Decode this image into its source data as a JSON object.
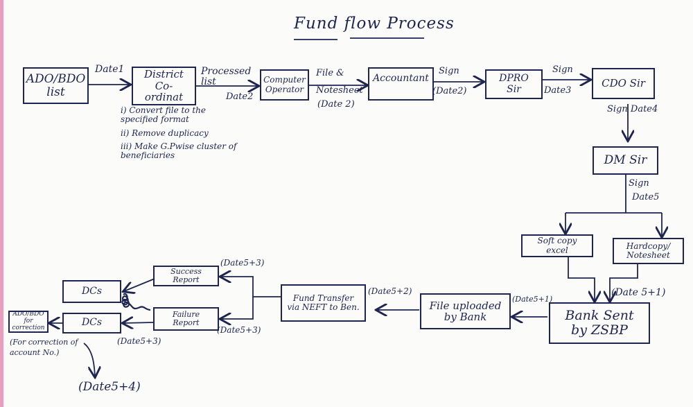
{
  "colors": {
    "ink": "#1d2450",
    "paper": "#fbfbf9",
    "edge": "#e7a0bb"
  },
  "title": "Fund flow Process",
  "nodes": {
    "ado_bdo_list": "ADO/BDO list",
    "district_coordinator": "District Co-ordinat",
    "computer_operator": "Computer Operator",
    "accountant": "Accountant",
    "dpro_sir": "DPRO Sir",
    "cdo_sir": "CDO Sir",
    "dm_sir": "DM Sir",
    "soft_copy_excel": "Soft copy excel",
    "hardcopy_notesheet": "Hardcopy/ Notesheet",
    "bank_sent_zsbp": "Bank Sent by ZSBP",
    "file_uploaded_bank": "File uploaded by Bank",
    "fund_transfer_neft": "Fund Transfer via NEFT to Ben.",
    "success_report": "Success Report",
    "failure_report": "Failure Report",
    "dcs_top": "DCs",
    "dcs_bottom": "DCs",
    "ado_bdo_correction": "ADO/BDO for correction"
  },
  "labels": {
    "date1": "Date1",
    "processed_list": "Processed list",
    "date2": "Date2",
    "file_notesheet": "File & Notesheet",
    "date2_paren": "(Date 2)",
    "sign1": "Sign",
    "date2_paren_b": "(Date2)",
    "sign2": "Sign",
    "date3": "Date3",
    "sign_date4": "Sign Date4",
    "sign3": "Sign",
    "date5": "Date5",
    "date5_plus1": "(Date 5+1)",
    "date5_1_short": "(Date5+1)",
    "date5_plus2": "(Date5+2)",
    "date5_plus3_top": "(Date5+3)",
    "date5_plus3_mid": "(Date5+3)",
    "date5_plus3_bot": "(Date5+3)",
    "date5_plus4": "(Date5+4)",
    "correction_note": "(For correction of account No.)"
  },
  "coordinator_steps": [
    "i) Convert file to the specified format",
    "ii) Remove duplicacy",
    "iii) Make G.Pwise cluster of beneficiaries"
  ]
}
